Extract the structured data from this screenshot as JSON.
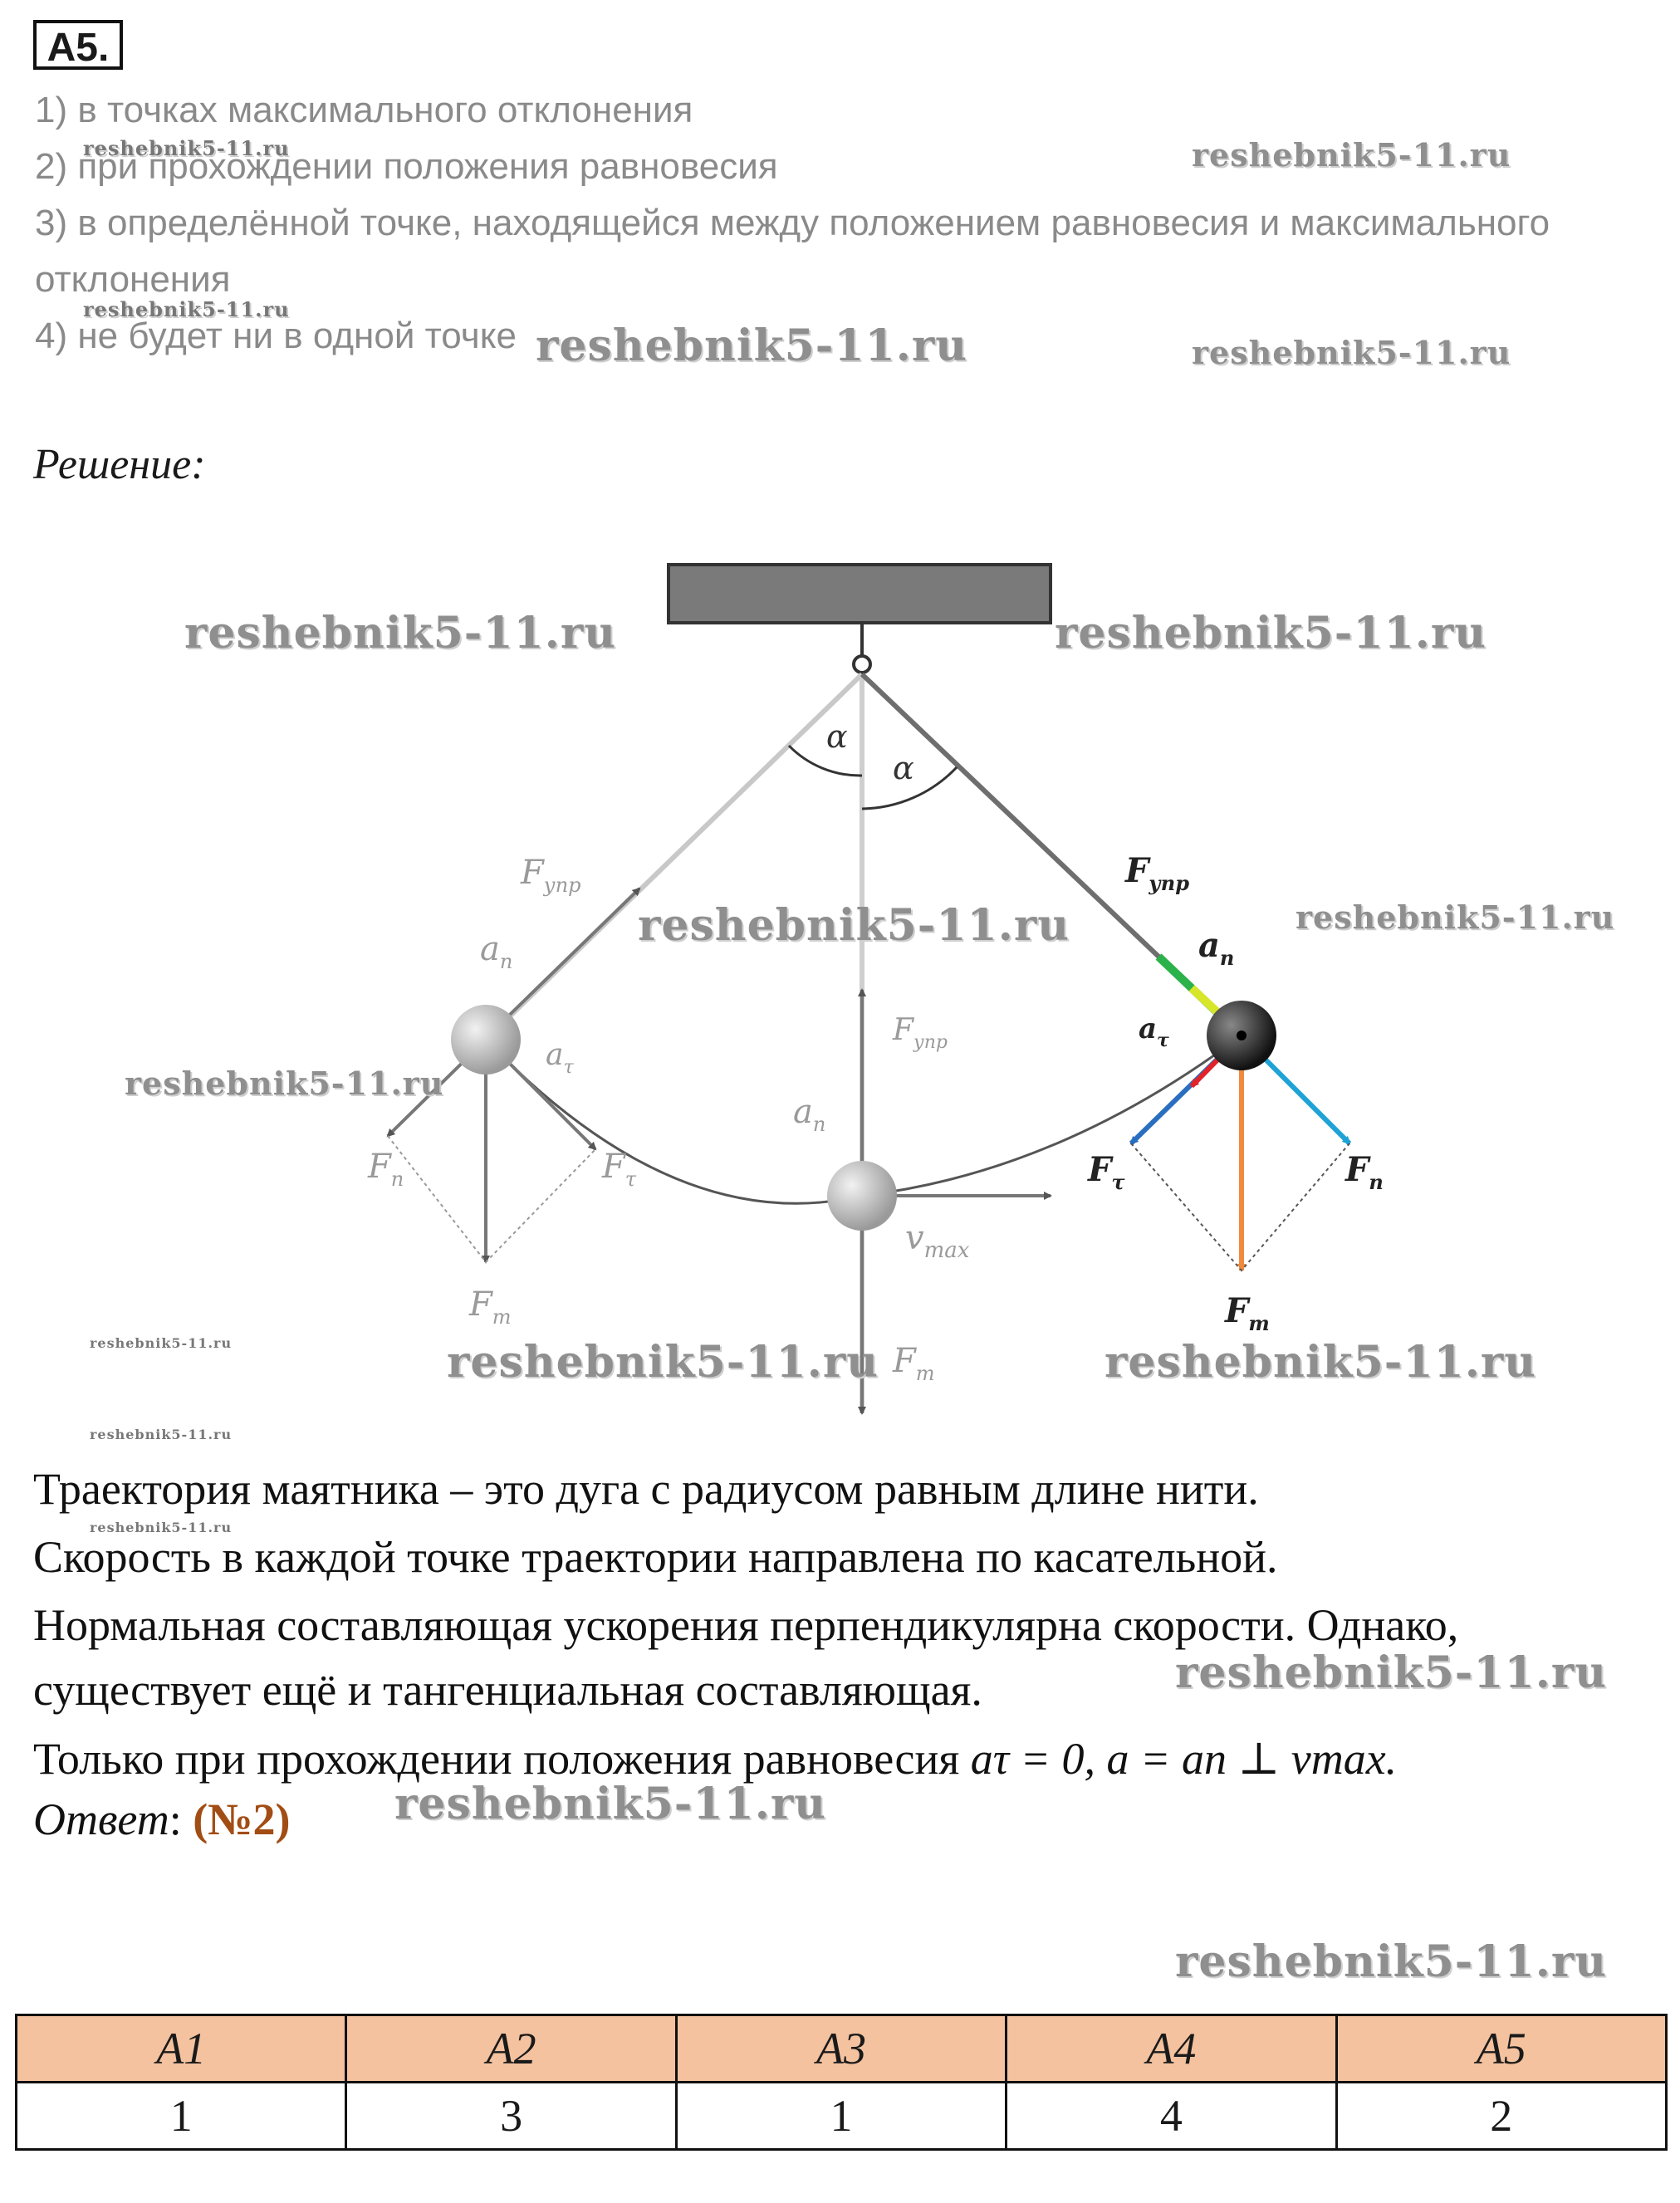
{
  "task_label": "A5.",
  "options": [
    "1) в точках максимального отклонения",
    "2) при прохождении положения равновесия",
    "3) в определённой точке, находящейся между положением равновесия и максимального",
    "отклонения",
    "4) не будет ни в одной точке"
  ],
  "watermark": "reshebnik5-11.ru",
  "solution_heading": "Решение",
  "figure": {
    "alpha": "α",
    "f_upr": "F",
    "f_upr_sub": "упр",
    "a_n": "a",
    "a_n_sub": "n",
    "a_tau_sub": "τ",
    "f_n_sub": "n",
    "f_tau_sub": "τ",
    "f_t_sub": "т",
    "v": "v",
    "v_sub": "max"
  },
  "explanation": [
    "Траектория маятника – это дуга с радиусом равным длине нити.",
    "Скорость в каждой точке траектории направлена по касательной.",
    "Нормальная составляющая ускорения перпендикулярна скорости. Однако,",
    "существует ещё и тангенциальная составляющая.",
    "Только при прохождении положения равновесия"
  ],
  "formula": "aτ = 0, a = an ⊥ vmax.",
  "answer_label": "Ответ",
  "answer_value": "(№2)",
  "results": {
    "headers": [
      "A1",
      "A2",
      "A3",
      "A4",
      "A5"
    ],
    "values": [
      "1",
      "3",
      "1",
      "4",
      "2"
    ]
  },
  "colors": {
    "answer": "#a24d14",
    "table_header": "#f4c29f",
    "f_n_arrow": "#1fa3d6",
    "f_tau_arrow": "#2a6fbf",
    "gravity_arrow": "#f08a3c",
    "a_tau_arrow": "#e0242a",
    "a_n_arrow": "#d8e62a"
  }
}
